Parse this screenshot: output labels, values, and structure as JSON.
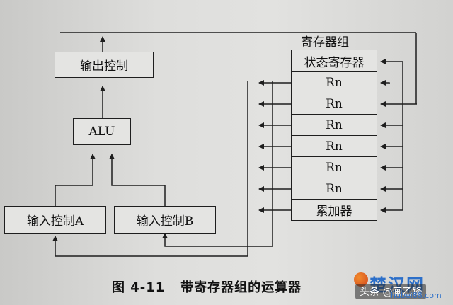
{
  "diagram": {
    "output_control": "输出控制",
    "alu": "ALU",
    "input_a": "输入控制A",
    "input_b": "输入控制B",
    "reg_group_title": "寄存器组",
    "status_register": "状态寄存器",
    "registers": [
      "Rn",
      "Rn",
      "Rn",
      "Rn",
      "Rn",
      "Rn"
    ],
    "accumulator": "累加器"
  },
  "caption": {
    "figure_no": "图 4-11",
    "title": "带寄存器组的运算器"
  },
  "watermark": {
    "site_cn": "楚汉网",
    "site_en": "hubei88.com",
    "author": "头条 @画乙锋"
  },
  "colors": {
    "line": "#1e1e1e",
    "watermark": "#2c6fc9"
  }
}
